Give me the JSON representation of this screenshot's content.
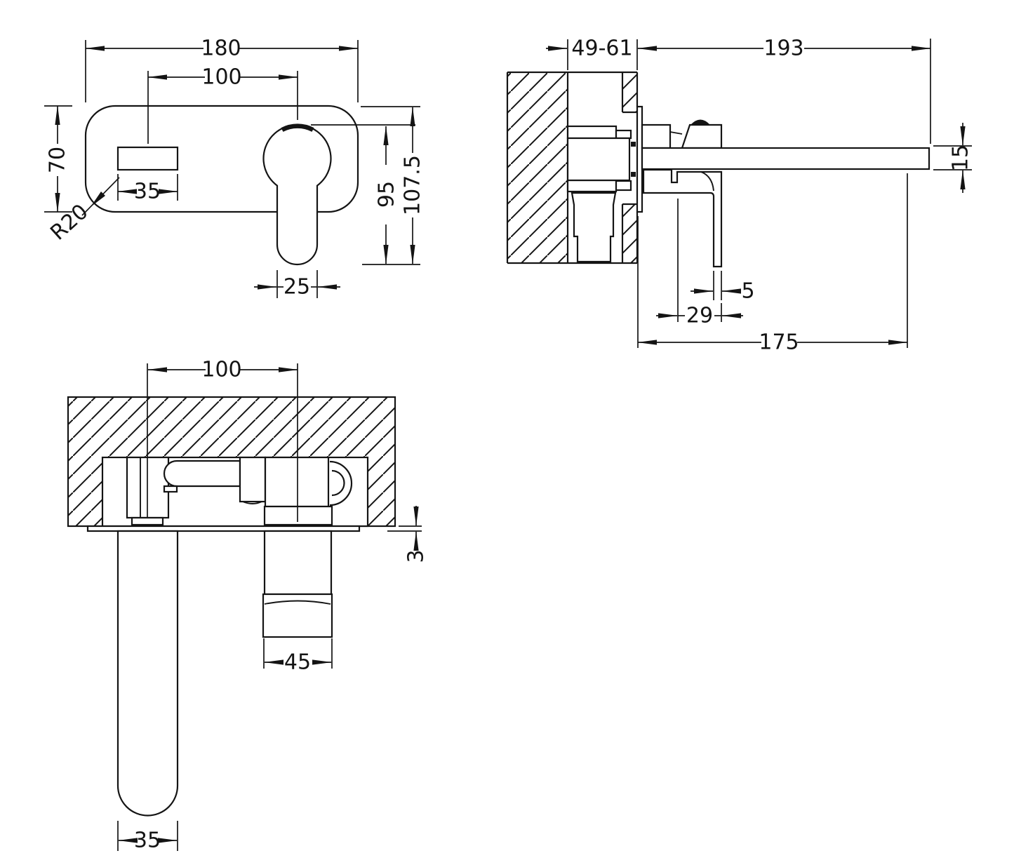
{
  "colors": {
    "line": "#141414",
    "background": "#ffffff"
  },
  "drawing": {
    "front": {
      "overall_width": "180",
      "centres": "100",
      "plate_height": "70",
      "spout_plate_width": "35",
      "corner_radius": "R20",
      "handle_stem_width": "25",
      "handle_drop": "95",
      "overall_height": "107.5"
    },
    "side": {
      "wall_depth_range": "49-61",
      "overall_projection": "193",
      "spout_thickness": "15",
      "lever_thickness": "5",
      "lever_offset": "29",
      "spout_projection": "175"
    },
    "plan": {
      "centres": "100",
      "faceplate_thickness": "3",
      "handle_width": "45",
      "spout_width": "35"
    }
  }
}
